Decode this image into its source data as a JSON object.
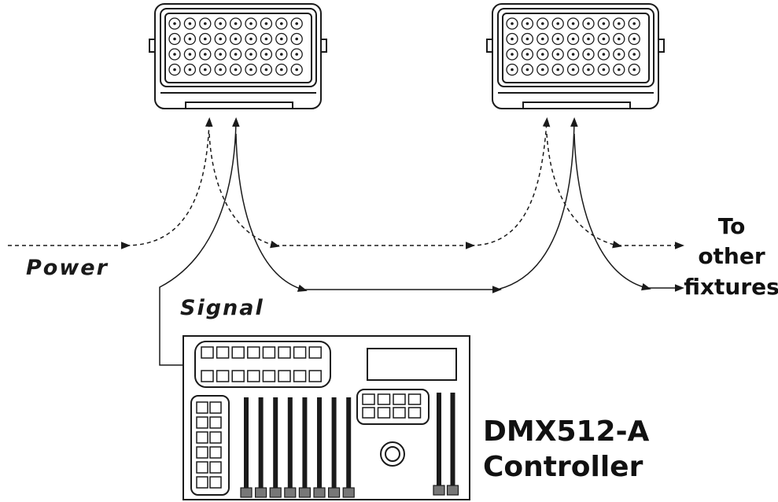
{
  "labels": {
    "power": "Power",
    "signal": "Signal",
    "to_other_fixtures": [
      "To",
      "other",
      "fixtures"
    ],
    "controller": [
      "DMX512-A",
      "Controller"
    ]
  },
  "fixtures": [
    {
      "led_rows": 4,
      "led_cols": 9
    },
    {
      "led_rows": 4,
      "led_cols": 9
    }
  ],
  "controller": {
    "top_button_bank_count": 8,
    "side_button_pairs": 6,
    "channel_faders": 8,
    "master_faders": 2,
    "keypad_rows": 2,
    "keypad_cols": 4
  },
  "colors": {
    "line": "#1a1a1a",
    "fader_knob": "#777777"
  }
}
